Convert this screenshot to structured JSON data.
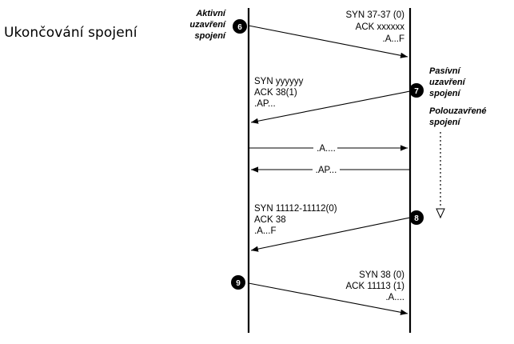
{
  "page_title": "Ukončování spojení",
  "labels": {
    "active_close": [
      "Aktivní",
      "uzavření",
      "spojení"
    ],
    "passive_close": [
      "Pasívní",
      "uzavření",
      "spojení"
    ],
    "half_closed": [
      "Polouzavřené",
      "spojení"
    ]
  },
  "steps": {
    "s6": "6",
    "s7": "7",
    "s8": "8",
    "s9": "9"
  },
  "messages": {
    "m1": [
      "SYN 37-37 (0)",
      "ACK xxxxxx",
      ".A...F"
    ],
    "m2": [
      "SYN yyyyyy",
      "ACK 38(1)",
      ".AP..."
    ],
    "m3": ".A....",
    "m4": ".AP...",
    "m5": [
      "SYN 11112-11112(0)",
      "ACK 38",
      ".A...F"
    ],
    "m6": [
      "SYN 38 (0)",
      "ACK 11113 (1)",
      ".A...."
    ]
  }
}
